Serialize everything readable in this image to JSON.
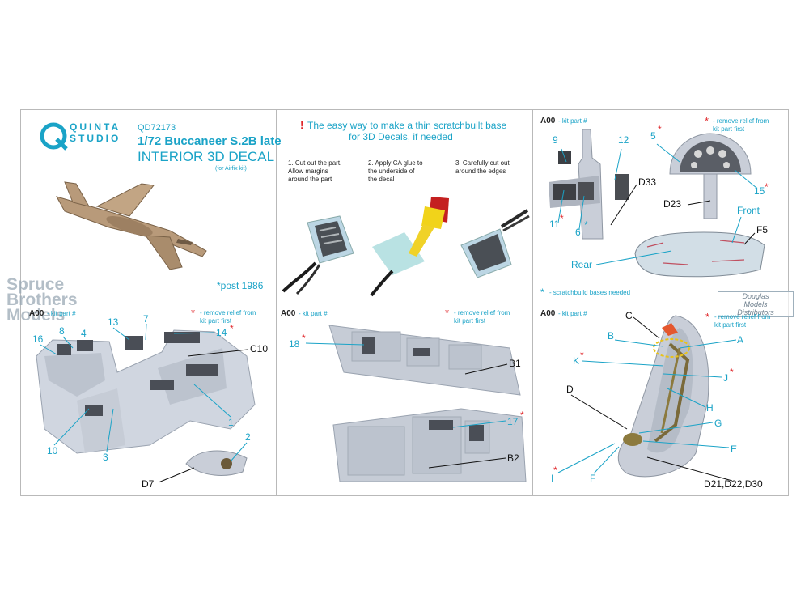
{
  "brand": {
    "line1": "QUINTA",
    "line2": "STUDIO"
  },
  "product": {
    "code": "QD72173",
    "name": "1/72 Buccaneer S.2B late",
    "type": "INTERIOR 3D DECAL",
    "kit": "(for Airfix kit)",
    "note": "*post 1986"
  },
  "watermarks": {
    "spruce": [
      "Spruce",
      "Brothers",
      "Models"
    ],
    "douglas": [
      "Douglas",
      "Models",
      "Distributors"
    ]
  },
  "howto": {
    "bang": "!",
    "title_line1": "The easy way to make a thin scratchbuilt base",
    "title_line2": "for 3D Decals, if needed",
    "step1": [
      "1. Cut out the part.",
      "Allow margins",
      "around the part"
    ],
    "step2": [
      "2. Apply CA glue to",
      "the underside of",
      "the decal"
    ],
    "step3": [
      "3. Carefully cut out",
      "around the edges"
    ]
  },
  "common": {
    "kit_part": "A00",
    "kit_part_suffix": "- kit part #",
    "star": "*",
    "relief_line1": "- remove relief from",
    "relief_line2": "kit part first",
    "scratch_note": "- scratchbuild bases needed"
  },
  "panel_tr": {
    "labels": [
      "9",
      "12",
      "5",
      "D33",
      "D23",
      "11",
      "6",
      "15",
      "Front",
      "F5",
      "Rear"
    ]
  },
  "panel_bl": {
    "labels": [
      "16",
      "8",
      "4",
      "13",
      "7",
      "14",
      "C10",
      "1",
      "10",
      "3",
      "2",
      "D7"
    ]
  },
  "panel_bm": {
    "labels": [
      "18",
      "B1",
      "17",
      "B2"
    ]
  },
  "panel_br": {
    "labels": [
      "C",
      "B",
      "A",
      "K",
      "J",
      "H",
      "D",
      "G",
      "E",
      "I",
      "F",
      "D21,D22,D30"
    ]
  }
}
